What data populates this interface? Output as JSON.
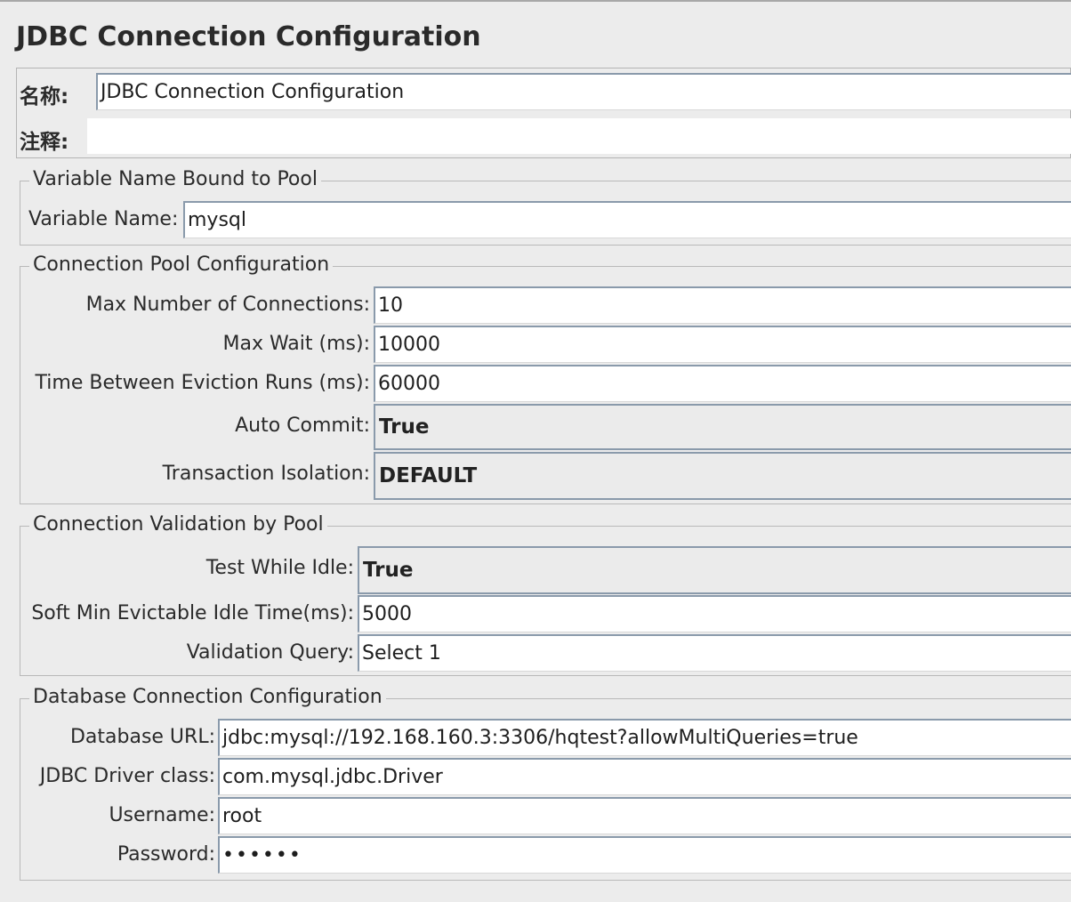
{
  "title": "JDBC Connection Configuration",
  "name_row": {
    "label": "名称:",
    "value": "JDBC Connection Configuration"
  },
  "comment_row": {
    "label": "注释:",
    "value": ""
  },
  "variable_section": {
    "legend": "Variable Name Bound to Pool",
    "variable_name_label": "Variable Name:",
    "variable_name_value": "mysql"
  },
  "pool_section": {
    "legend": "Connection Pool Configuration",
    "max_connections_label": "Max Number of Connections:",
    "max_connections_value": "10",
    "max_wait_label": "Max Wait (ms):",
    "max_wait_value": "10000",
    "eviction_label": "Time Between Eviction Runs (ms):",
    "eviction_value": "60000",
    "auto_commit_label": "Auto Commit:",
    "auto_commit_value": "True",
    "isolation_label": "Transaction Isolation:",
    "isolation_value": "DEFAULT"
  },
  "validation_section": {
    "legend": "Connection Validation by Pool",
    "test_idle_label": "Test While Idle:",
    "test_idle_value": "True",
    "soft_min_label": "Soft Min Evictable Idle Time(ms):",
    "soft_min_value": "5000",
    "query_label": "Validation Query:",
    "query_value": "Select 1"
  },
  "database_section": {
    "legend": "Database Connection Configuration",
    "url_label": "Database URL:",
    "url_value": "jdbc:mysql://192.168.160.3:3306/hqtest?allowMultiQueries=true",
    "driver_label": "JDBC Driver class:",
    "driver_value": "com.mysql.jdbc.Driver",
    "username_label": "Username:",
    "username_value": "root",
    "password_label": "Password:",
    "password_value": "••••••"
  }
}
